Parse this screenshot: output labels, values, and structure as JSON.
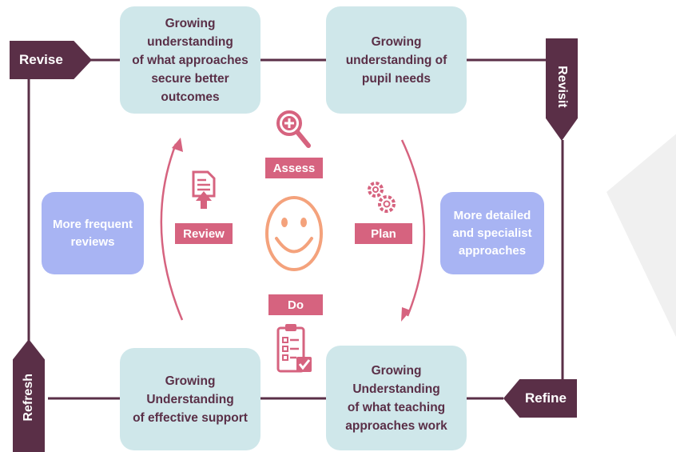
{
  "cycle": {
    "top_left": "Growing understanding\nof what approaches\nsecure better outcomes",
    "top_right": "Growing\nunderstanding of\npupil needs",
    "bottom_left": "Growing Understanding\nof effective support",
    "bottom_right": "Growing Understanding\nof what teaching\napproaches work"
  },
  "side_notes": {
    "left": "More frequent\nreviews",
    "right": "More detailed\nand specialist\napproaches"
  },
  "stages": {
    "assess": "Assess",
    "plan": "Plan",
    "do": "Do",
    "review": "Review"
  },
  "corner_flags": {
    "revise": "Revise",
    "revisit": "Revisit",
    "refine": "Refine",
    "refresh": "Refresh"
  },
  "icons": {
    "assess": "magnifier-plus-icon",
    "plan": "gears-icon",
    "do": "checklist-icon",
    "review": "document-upload-icon",
    "center": "smiley-face-icon"
  },
  "colors": {
    "frame": "#5a2f47",
    "box": "#cfe7ea",
    "note": "#a8b4f3",
    "accent": "#d6637f",
    "smiley": "#f4a27c"
  }
}
